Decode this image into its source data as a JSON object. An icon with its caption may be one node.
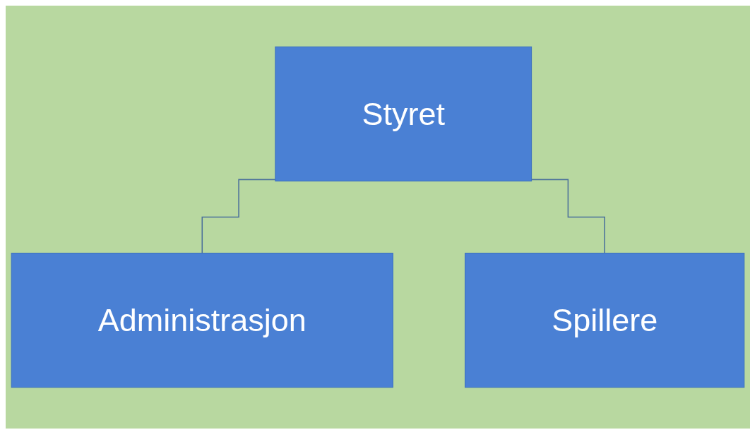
{
  "diagram": {
    "nodes": [
      {
        "text": [
          "Styret"
        ]
      },
      {
        "text": [
          "Administrasjon"
        ]
      },
      {
        "text": [
          "Spillere"
        ]
      }
    ],
    "edges": [
      {
        "from": 0,
        "to": 1,
        "arrow": "none"
      },
      {
        "from": 0,
        "to": 2,
        "arrow": "none"
      }
    ]
  }
}
